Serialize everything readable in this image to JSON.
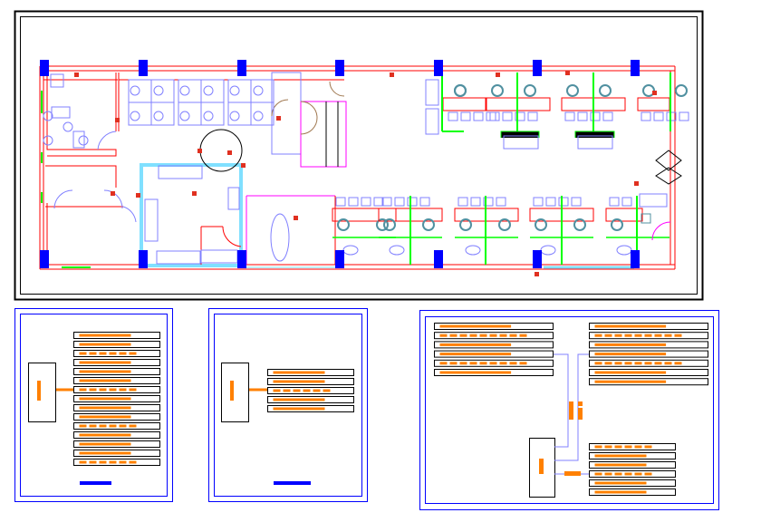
{
  "drawing": {
    "colors": {
      "wall": "#ff0000",
      "column": "#0000ff",
      "furniture": "#8080ff",
      "partition": "#00ff00",
      "door_accent": "#ff00ff",
      "glazing": "#80e0ff",
      "fixture": "#e03020",
      "person": "#5090a0",
      "label_bar": "#ff8000",
      "frame": "#000000",
      "panel_border": "#0000ff",
      "door_swing": "#a07850"
    },
    "panels": [
      {
        "type": "tree",
        "rows": 15,
        "has_scale_bar": true
      },
      {
        "type": "tree",
        "rows": 5,
        "has_scale_bar": true
      },
      {
        "type": "network",
        "groups": [
          6,
          7,
          6
        ]
      }
    ]
  }
}
